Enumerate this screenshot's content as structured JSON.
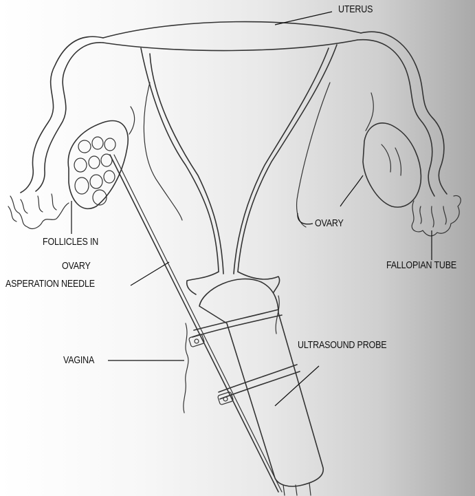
{
  "labels": {
    "uterus": "UTERUS",
    "follicles_line1": "FOLLICLES IN",
    "follicles_line2": "OVARY",
    "ovary": "OVARY",
    "fallopian_tube": "FALLOPIAN TUBE",
    "asperation_needle": "ASPERATION NEEDLE",
    "ultrasound_probe": "ULTRASOUND PROBE",
    "vagina": "VAGINA"
  },
  "colors": {
    "background_left": "#ffffff",
    "background_right": "#a9a9a9",
    "ink": "#333333",
    "label_text": "#111111"
  }
}
